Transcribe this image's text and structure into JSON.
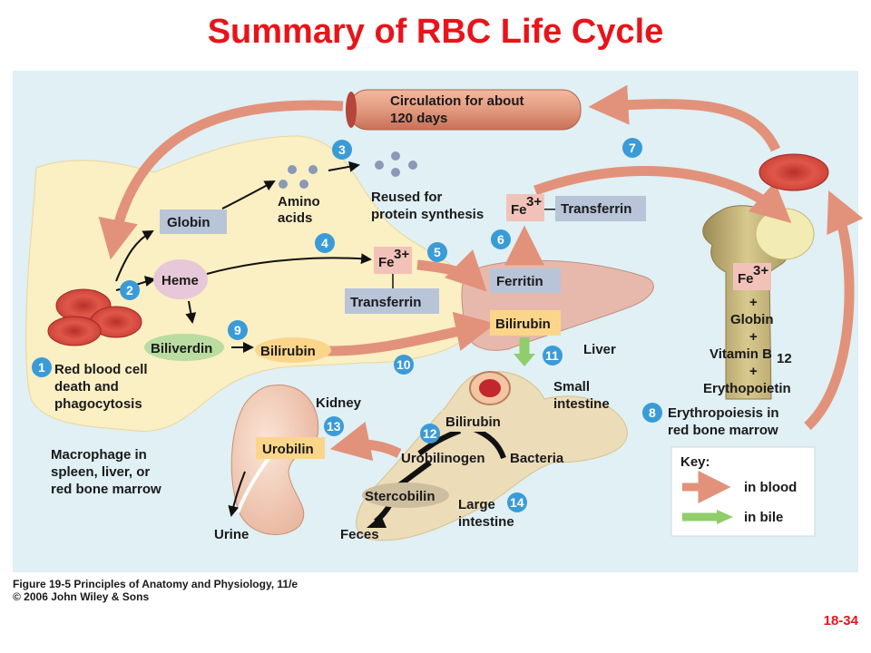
{
  "title": "Summary of RBC Life Cycle",
  "circulation": {
    "line1": "Circulation for about",
    "line2": "120 days"
  },
  "labels": {
    "globin": "Globin",
    "amino1": "Amino",
    "amino2": "acids",
    "reused1": "Reused for",
    "reused2": "protein synthesis",
    "heme": "Heme",
    "fe_mid": "Fe",
    "fe_mid_sup": "3+",
    "transferrin_mid": "Transferrin",
    "fe_top": "Fe",
    "fe_top_sup": "3+",
    "dash": "—",
    "transferrin_top": "Transferrin",
    "ferritin": "Ferritin",
    "bilirubin_liver": "Bilirubin",
    "liver": "Liver",
    "biliverdin": "Biliverdin",
    "bilirubin_left": "Bilirubin",
    "rbc_death1": "Red blood cell",
    "rbc_death2": "death and",
    "rbc_death3": "phagocytosis",
    "kidney": "Kidney",
    "urobilin": "Urobilin",
    "urine": "Urine",
    "small1": "Small",
    "small2": "intestine",
    "bilirubin_int": "Bilirubin",
    "urobilinogen": "Urobilinogen",
    "bacteria": "Bacteria",
    "stercobilin": "Stercobilin",
    "feces": "Feces",
    "large1": "Large",
    "large2": "intestine",
    "macro1": "Macrophage in",
    "macro2": "spleen, liver, or",
    "macro3": "red bone marrow",
    "fe_bone": "Fe",
    "fe_bone_sup": "3+",
    "plus1": "+",
    "globin_bone": "Globin",
    "plus2": "+",
    "vitb": "Vitamin B",
    "vitb_sub": "12",
    "plus3": "+",
    "epo": "Erythopoietin",
    "ery1": "Erythropoiesis in",
    "ery2": "red bone marrow"
  },
  "steps": [
    "1",
    "2",
    "3",
    "4",
    "5",
    "6",
    "7",
    "8",
    "9",
    "10",
    "11",
    "12",
    "13",
    "14"
  ],
  "key": {
    "title": "Key:",
    "blood": "in blood",
    "bile": "in bile"
  },
  "caption": {
    "line1": "Figure 19-5 Principles of Anatomy and Physiology, 11/e",
    "line2": "© 2006 John Wiley & Sons"
  },
  "slide_number": "18-34",
  "colors": {
    "title": "#e8141a",
    "panel": "#e0f0f4",
    "macrophage": "#fbefc4",
    "blood_arrow": "#e2927a",
    "bile_arrow": "#8fce6a",
    "step_circle": "#3a9bd8",
    "box_blue": "#b8c4d8",
    "box_orange": "#fbd58a",
    "box_green": "#b9dca0",
    "rbc": "#d9473c"
  }
}
